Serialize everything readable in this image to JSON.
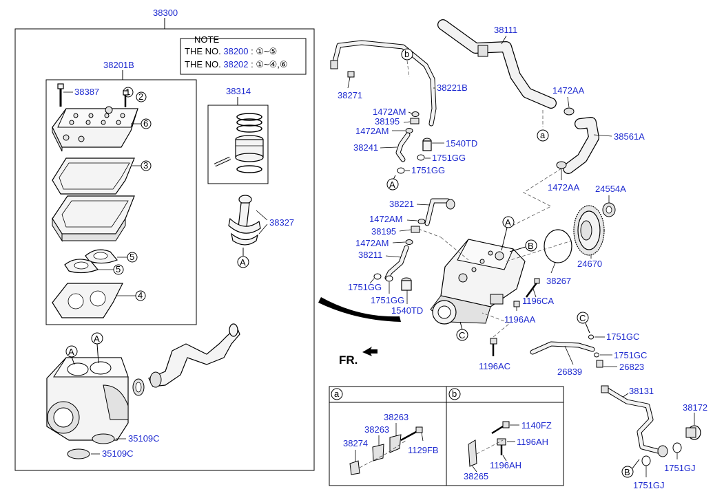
{
  "colors": {
    "label": "#1f2bd0",
    "outline": "#000000",
    "background": "#ffffff"
  },
  "note": {
    "title": "NOTE",
    "line1_prefix": "THE NO.",
    "line1_part": "38200",
    "line1_range": ": ①~⑤",
    "line2_prefix": "THE NO.",
    "line2_part": "38202",
    "line2_range": ": ①~④,⑥"
  },
  "labels": {
    "p38300": "38300",
    "p38201B": "38201B",
    "p38387": "38387",
    "p38314": "38314",
    "p38327": "38327",
    "p35109C_a": "35109C",
    "p35109C_b": "35109C",
    "p38111": "38111",
    "p1472AA_a": "1472AA",
    "p38561A": "38561A",
    "p1472AA_b": "1472AA",
    "p24554A": "24554A",
    "p24670": "24670",
    "p38267": "38267",
    "p1196CA": "1196CA",
    "p1196AA": "1196AA",
    "p1196AC": "1196AC",
    "p38271": "38271",
    "p38221B": "38221B",
    "p1472AM_a": "1472AM",
    "p38195_a": "38195",
    "p1472AM_b": "1472AM",
    "p38241": "38241",
    "p1540TD_a": "1540TD",
    "p1751GG_a": "1751GG",
    "p1751GG_b": "1751GG",
    "p38221": "38221",
    "p1472AM_c": "1472AM",
    "p38195_b": "38195",
    "p1472AM_d": "1472AM",
    "p38211": "38211",
    "p1751GG_c": "1751GG",
    "p1751GG_d": "1751GG",
    "p1540TD_b": "1540TD",
    "p1751GC_a": "1751GC",
    "p1751GC_b": "1751GC",
    "p26839": "26839",
    "p26823": "26823",
    "p38131": "38131",
    "p38172": "38172",
    "p1751GJ_a": "1751GJ",
    "p1751GJ_b": "1751GJ",
    "p38263_a": "38263",
    "p38263_b": "38263",
    "p38274": "38274",
    "p1129FB": "1129FB",
    "p1140FZ": "1140FZ",
    "p1196AH_a": "1196AH",
    "p1196AH_b": "1196AH",
    "p38265": "38265"
  },
  "callouts": {
    "n1": "1",
    "n2": "2",
    "n3": "3",
    "n4": "4",
    "n5a": "5",
    "n5b": "5",
    "n6": "6",
    "A": "A",
    "B": "B",
    "C": "C",
    "a": "a",
    "b": "b"
  },
  "front_label": "FR.",
  "detail_headers": {
    "left": "a",
    "right": "b"
  },
  "icons": [
    "front-direction-arrow-icon",
    "circled-reference-icon"
  ]
}
